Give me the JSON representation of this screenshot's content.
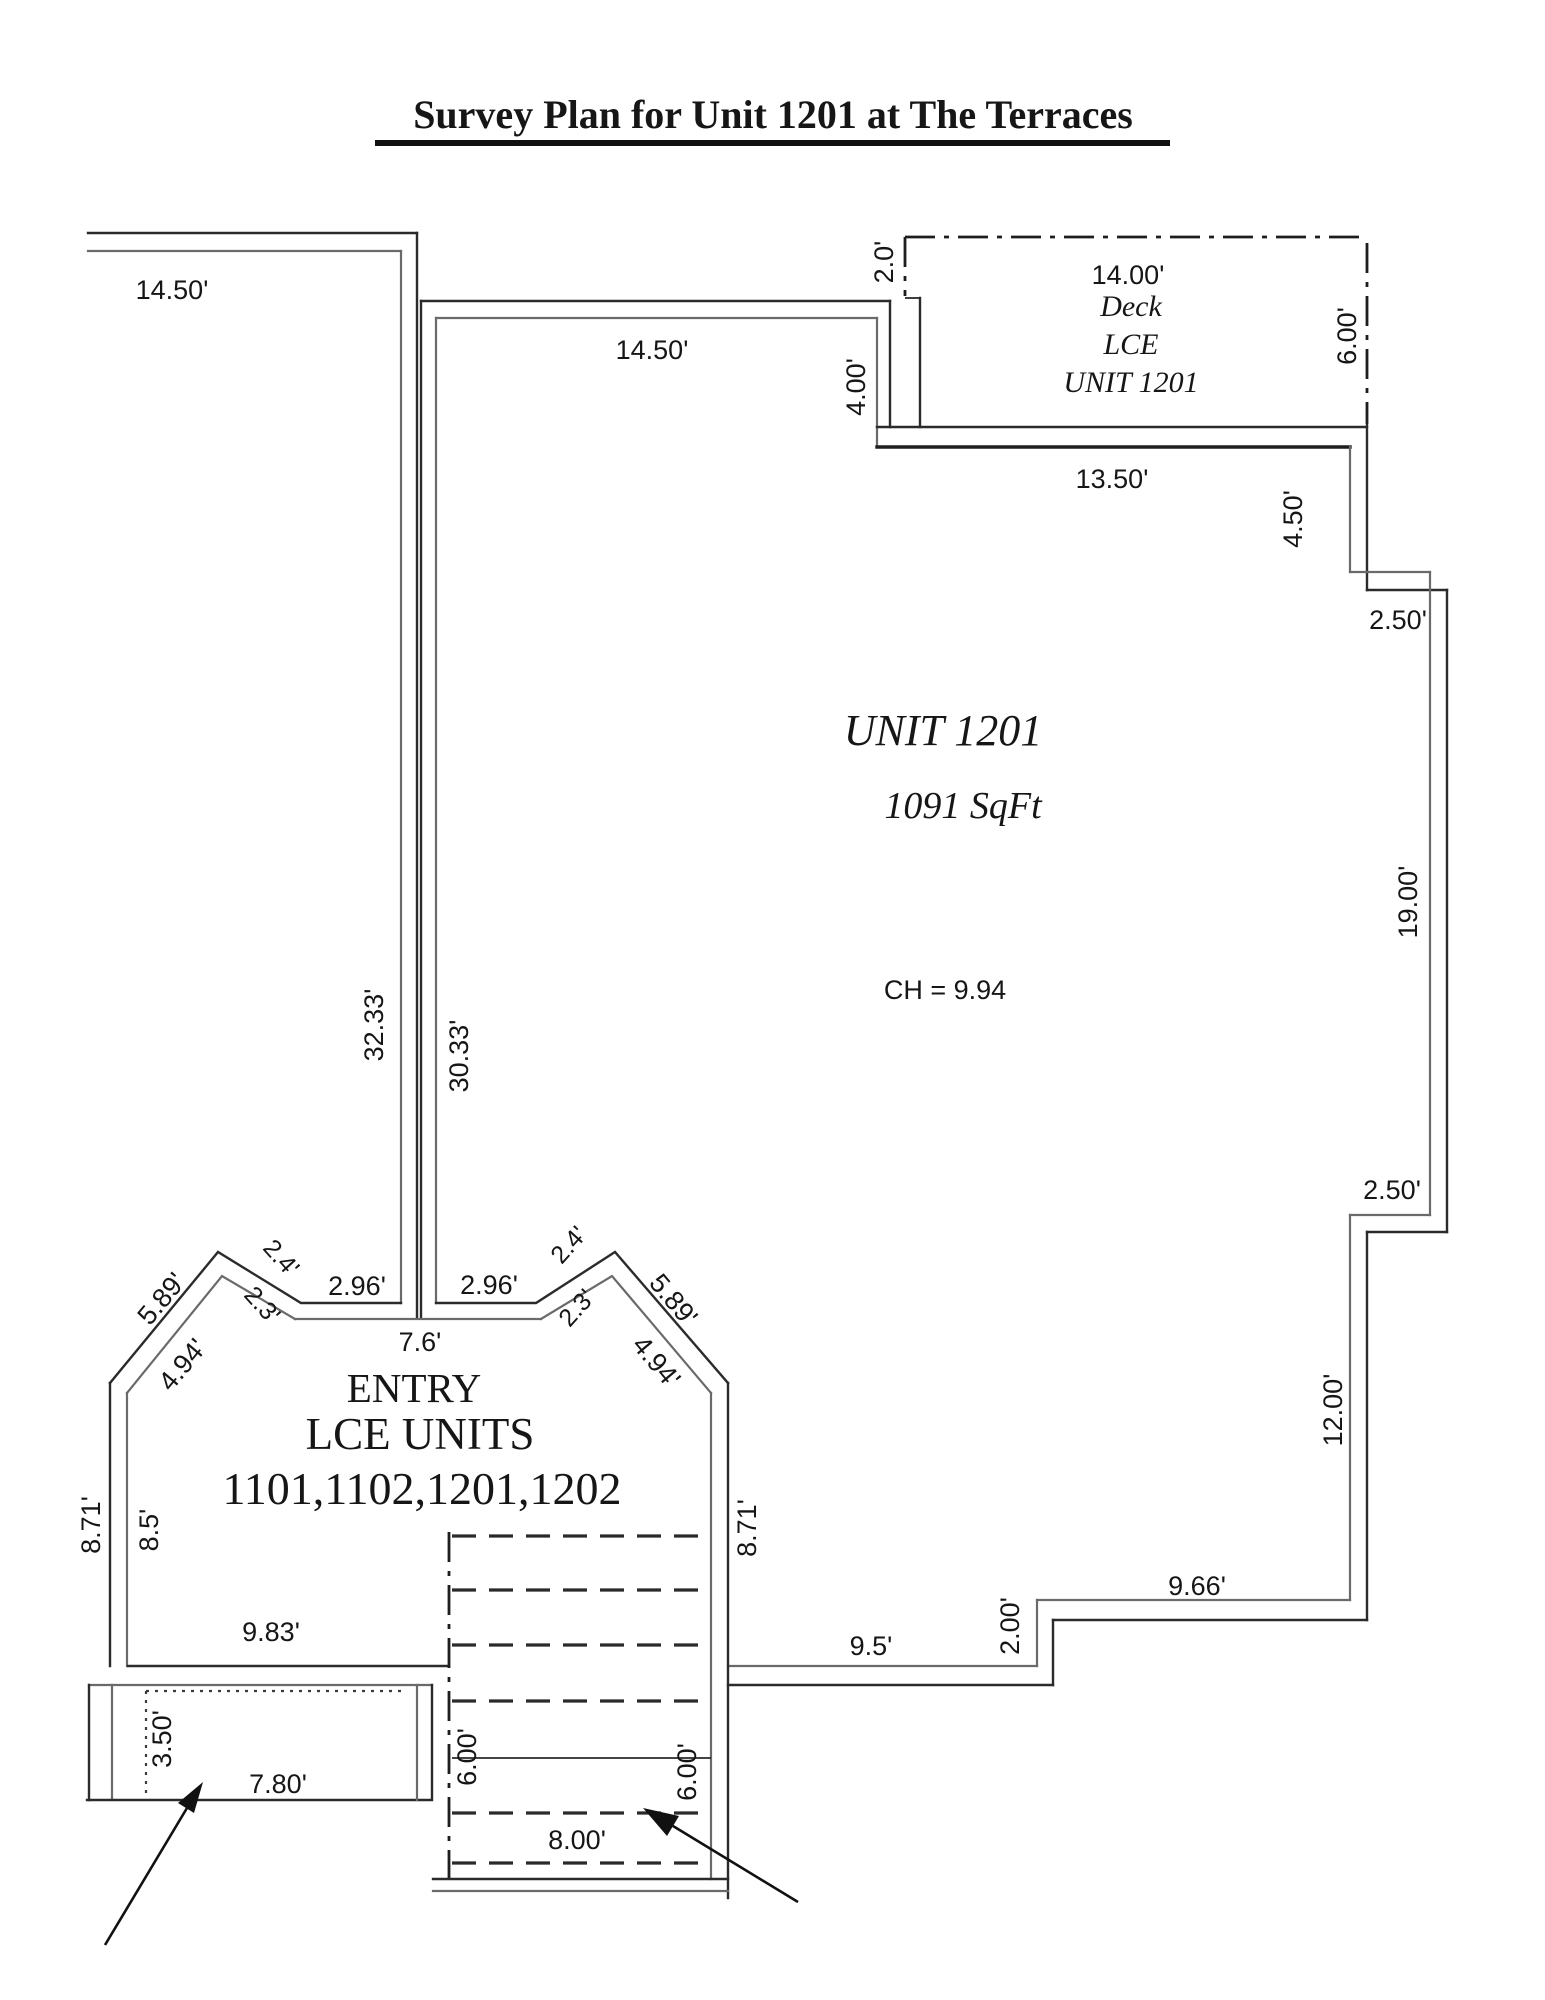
{
  "title": "Survey Plan for Unit 1201 at The Terraces",
  "unit": {
    "name": "UNIT 1201",
    "area": "1091 SqFt",
    "ceiling_height": "CH  =  9.94"
  },
  "deck": {
    "width": "14.00'",
    "line1": "Deck",
    "line2": "LCE",
    "line3": "UNIT 1201",
    "top_offset": "2.0'",
    "left_drop": "4.00'",
    "right_depth": "6.00'",
    "wall_below": "13.50'"
  },
  "corridor": {
    "top_wall": "14.50'",
    "mid_wall": "14.50'",
    "left": "32.33'",
    "right": "30.33'"
  },
  "right_side": {
    "step_down": "4.50'",
    "jog_upper": "2.50'",
    "wall": "19.00'",
    "jog_lower": "2.50'",
    "lower_wall": "12.00'",
    "bottom": "9.66'",
    "step": "2.00'",
    "hall": "9.5'"
  },
  "entry": {
    "title1": "ENTRY",
    "title2": "LCE UNITS",
    "title3": "1101,1102,1201,1202",
    "outer_left": "5.89'",
    "inner_left": "4.94'",
    "upper_left_seg": "2.4'",
    "lower_left_seg": "2.3'",
    "left_top": "2.96'",
    "right_top": "2.96'",
    "upper_right_seg": "2.4'",
    "lower_right_seg": "2.3'",
    "inner_right": "4.94'",
    "outer_right": "5.89'",
    "inner_width": "7.6'",
    "left_wall_outer": "8.71'",
    "left_wall": "8.5'",
    "right_wall": "8.71'"
  },
  "lower_left": {
    "width": "9.83'",
    "closet_depth": "3.50'",
    "closet_width": "7.80'"
  },
  "stairs": {
    "flight_left": "6.00'",
    "flight_right": "6.00'",
    "width": "8.00'"
  }
}
